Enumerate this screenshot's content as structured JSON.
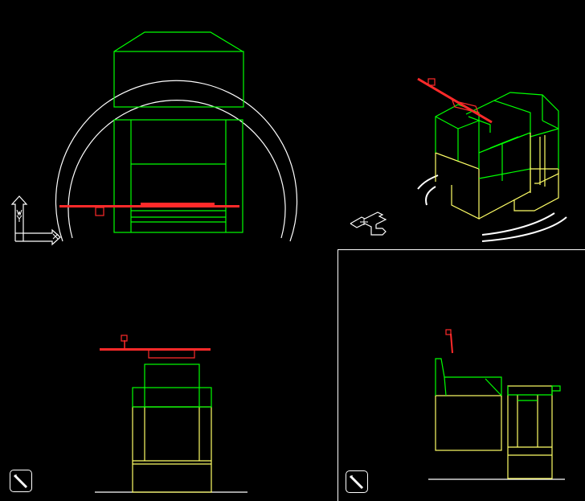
{
  "colors": {
    "background": "#000000",
    "frame": "#ffffff",
    "accent_green": "#00ff00",
    "accent_yellow": "#ffff66",
    "accent_red": "#ff2a2a"
  },
  "viewports": {
    "top_left": {
      "name": "top-view",
      "ucs_label": "W"
    },
    "top_right": {
      "name": "isometric-view"
    },
    "bottom_left": {
      "name": "front-view"
    },
    "bottom_right": {
      "name": "side-view"
    }
  },
  "icons": {
    "ucs_axes": "ucs-axes-icon",
    "ucs_iso": "ucs-isometric-icon",
    "paperspace": "paperspace-pencil-icon"
  }
}
